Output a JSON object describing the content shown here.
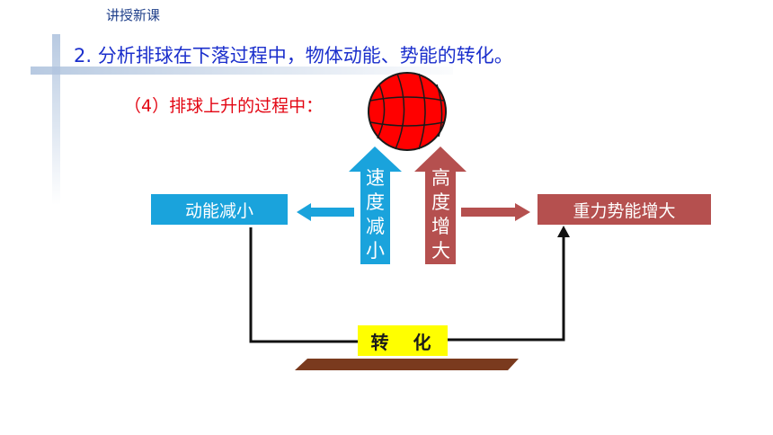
{
  "header": {
    "label": "讲授新课"
  },
  "heading": "2. 分析排球在下落过程中，物体动能、势能的转化。",
  "subheading": "（4）排球上升的过程中：",
  "left_box": {
    "label": "动能减小"
  },
  "right_box": {
    "label": "重力势能增大"
  },
  "speed_arrow": {
    "chars": [
      "速",
      "度",
      "减",
      "小"
    ]
  },
  "height_arrow": {
    "chars": [
      "高",
      "度",
      "增",
      "大"
    ]
  },
  "convert_label": "转 化",
  "colors": {
    "blue": "#1aa3dc",
    "red_brown": "#b5504f",
    "ball": "#ff0000",
    "yellow": "#ffff00",
    "ground": "#7a3a1e",
    "heading": "#1b2fcc",
    "subheading": "#e30613"
  }
}
